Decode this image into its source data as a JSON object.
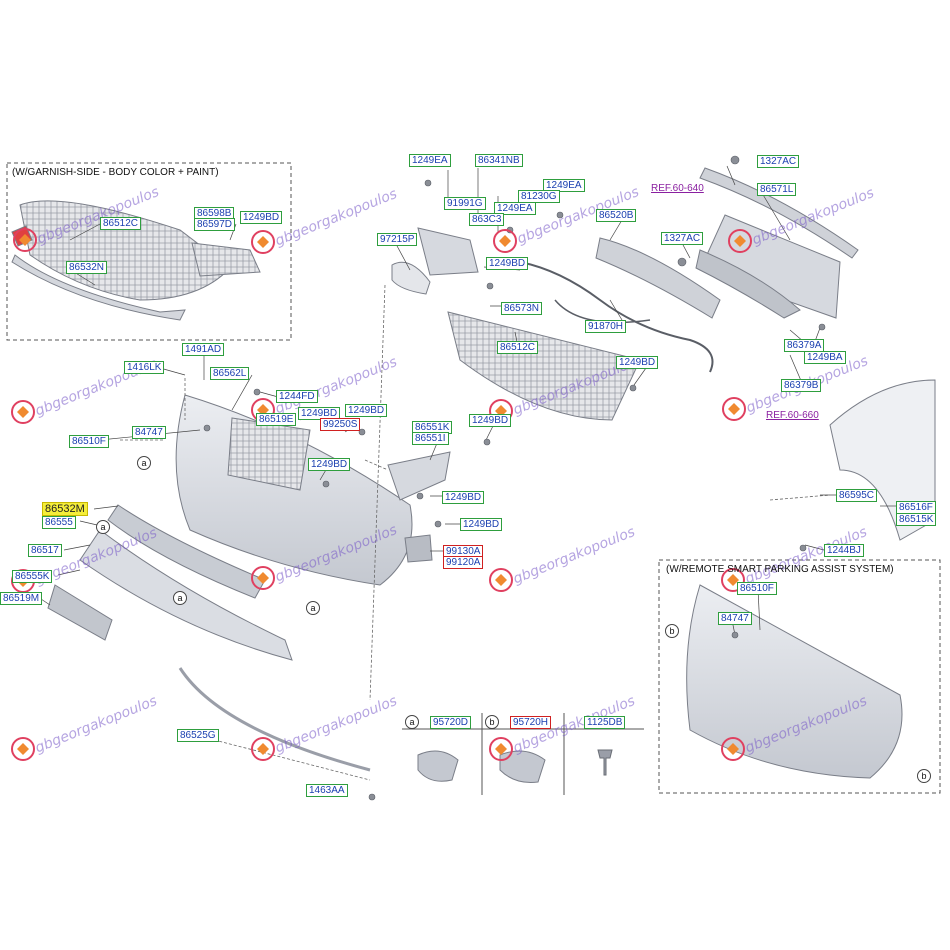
{
  "boxes": {
    "garnish_title": "(W/GARNISH-SIDE - BODY COLOR + PAINT)",
    "parking_title": "(W/REMOTE SMART PARKING ASSIST SYSTEM)"
  },
  "refs": {
    "ref_640": "REF.60-640",
    "ref_660": "REF.60-660"
  },
  "watermark": "gbgeorgakopoulos",
  "labels": {
    "l86512C_a": "86512C",
    "l86598B": "86598B",
    "l86597D": "86597D",
    "l1249BD_a": "1249BD",
    "l86532N": "86532N",
    "l1249EA_a": "1249EA",
    "l86341NB": "86341NB",
    "l1249EA_b": "1249EA",
    "l91991G": "91991G",
    "l81230G": "81230G",
    "l1249EA_c": "1249EA",
    "l863C3": "863C3",
    "l97215P": "97215P",
    "l1249BD_b": "1249BD",
    "l86573N": "86573N",
    "l1327AC_a": "1327AC",
    "l86571L": "86571L",
    "l86520B": "86520B",
    "l1327AC_b": "1327AC",
    "l91870H": "91870H",
    "l86512C_b": "86512C",
    "l1249BD_c": "1249BD",
    "l86379A": "86379A",
    "l1249BA": "1249BA",
    "l86379B": "86379B",
    "l1491AD": "1491AD",
    "l1416LK": "1416LK",
    "l86562L": "86562L",
    "l1244FD": "1244FD",
    "l1249BD_d": "1249BD",
    "l86519E": "86519E",
    "l1249BD_e": "1249BD",
    "l99250S": "99250S",
    "l86510F_a": "86510F",
    "l84747_a": "84747",
    "l1249BD_f": "1249BD",
    "l86551K": "86551K",
    "l86551I": "86551I",
    "l1249BD_g": "1249BD",
    "l1249BD_h": "1249BD",
    "l1249BD_i": "1249BD",
    "l86532M": "86532M",
    "l86555": "86555",
    "l86517": "86517",
    "l86555K": "86555K",
    "l86519M": "86519M",
    "l99130A": "99130A",
    "l99120A": "99120A",
    "l86595C": "86595C",
    "l86516F": "86516F",
    "l86515K": "86515K",
    "l1244BJ": "1244BJ",
    "l86510F_b": "86510F",
    "l84747_b": "84747",
    "l86525G": "86525G",
    "l1463AA": "1463AA"
  },
  "callouts": {
    "a": "a",
    "b": "b"
  },
  "table": {
    "col_a_key": "a",
    "col_a_part": "95720D",
    "col_b_key": "b",
    "col_b_part": "95720H",
    "col_c_part": "1125DB"
  },
  "colors": {
    "label_border": "#2e9e3e",
    "label_text": "#1a3fb0",
    "alt_border": "#d02020",
    "highlight": "#f5ee3a",
    "ref_text": "#8a1fa0",
    "part_fill": "#d9dbe0",
    "part_stroke": "#7a7e88"
  }
}
